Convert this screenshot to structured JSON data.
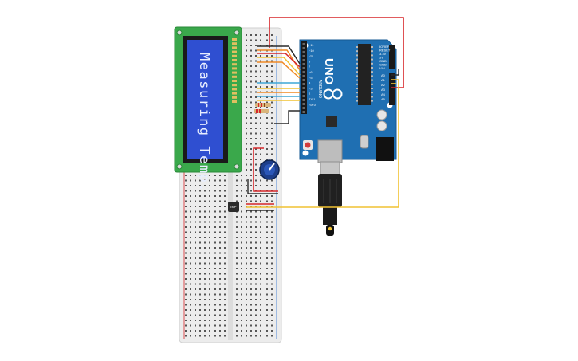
{
  "lcd": {
    "display_text": "Measuring Temp.",
    "backlight_color": "#2f4fd1",
    "pcb_color": "#3aa84b"
  },
  "arduino": {
    "model_label": "UNO",
    "brand_label": "ARDUINO",
    "board_color": "#1f6fb2",
    "digital_pin_labels": [
      "~11",
      "~10",
      "~9",
      "8",
      "7",
      "~6",
      "~5",
      "4",
      "~3",
      "2",
      "TX 1",
      "RX 0"
    ],
    "power_pin_labels": [
      "IOREF",
      "RESET",
      "3.3V",
      "5V",
      "GND",
      "GND",
      "VIN"
    ],
    "analog_pin_labels": [
      "A0",
      "A1",
      "A2",
      "A3",
      "A4",
      "A5"
    ]
  },
  "sensor": {
    "label": "TMP"
  },
  "wire_colors": {
    "red": "#d7262a",
    "black": "#2b2b2b",
    "yellow": "#f1c232",
    "orange": "#f08a24",
    "blue": "#3fa7d6"
  }
}
